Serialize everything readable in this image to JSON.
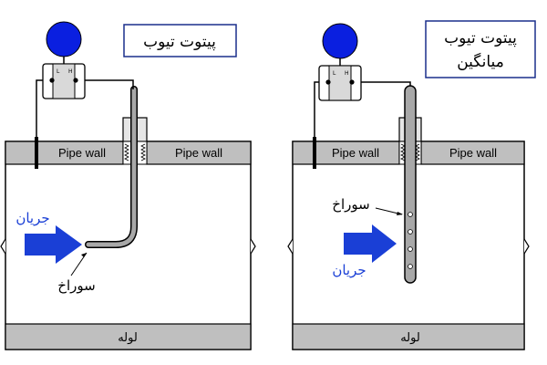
{
  "left_panel": {
    "title": "پیتوت تیوب",
    "pipe_wall_left": "Pipe wall",
    "pipe_wall_right": "Pipe wall",
    "flow_label": "جریان",
    "hole_label": "سوراخ",
    "pipe_label": "لوله",
    "transmitter_low": "L",
    "transmitter_high": "H"
  },
  "right_panel": {
    "title_line1": "پیتوت تیوب",
    "title_line2": "میانگین",
    "pipe_wall_left": "Pipe wall",
    "pipe_wall_right": "Pipe wall",
    "flow_label": "جریان",
    "hole_label": "سوراخ",
    "pipe_label": "لوله",
    "transmitter_low": "L",
    "transmitter_high": "H"
  },
  "colors": {
    "pipe_wall": "#bfbfbf",
    "flow_arrow": "#1a3fd6",
    "transmitter_ball": "#0a1fe0",
    "tube": "#a8a8a8"
  }
}
